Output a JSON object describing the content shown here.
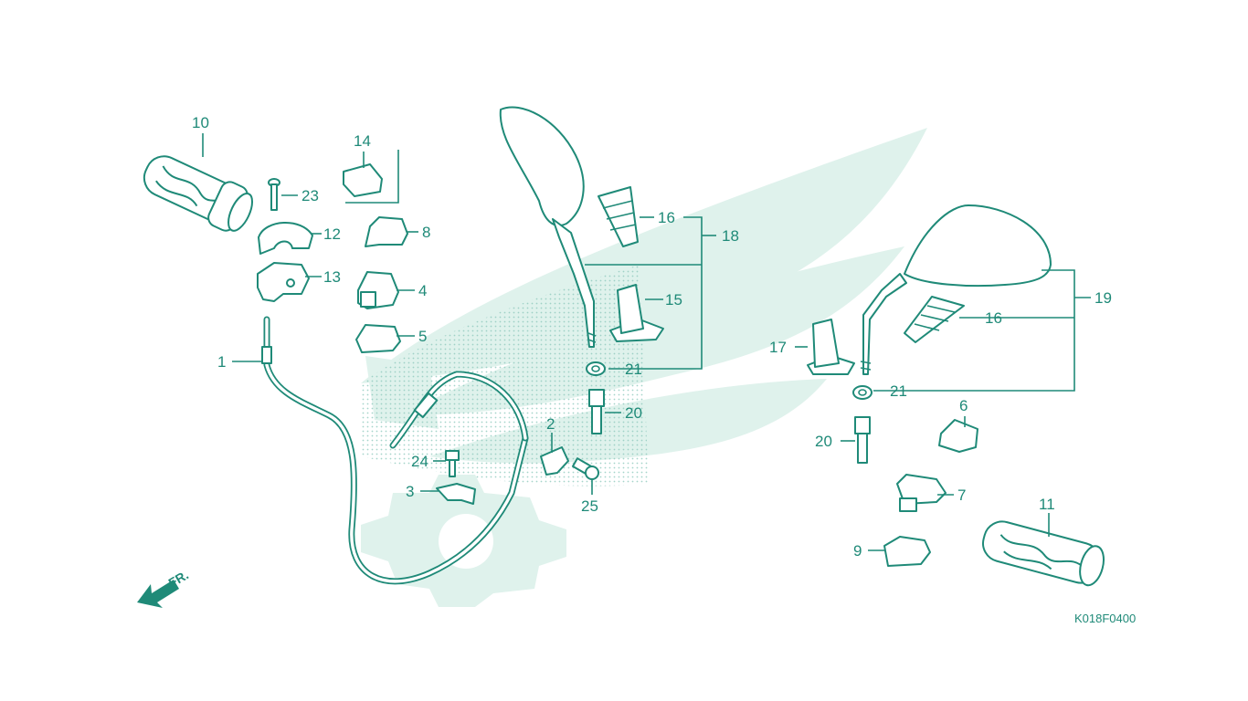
{
  "diagram": {
    "figure_code": "K018F0400",
    "direction_label": "FR.",
    "accent_color": "#1f8a78",
    "watermark_color": "#dff2ec",
    "callouts": [
      {
        "id": "1",
        "label": "1"
      },
      {
        "id": "2",
        "label": "2"
      },
      {
        "id": "3",
        "label": "3"
      },
      {
        "id": "4",
        "label": "4"
      },
      {
        "id": "5",
        "label": "5"
      },
      {
        "id": "6",
        "label": "6"
      },
      {
        "id": "7",
        "label": "7"
      },
      {
        "id": "8",
        "label": "8"
      },
      {
        "id": "9",
        "label": "9"
      },
      {
        "id": "10",
        "label": "10"
      },
      {
        "id": "11",
        "label": "11"
      },
      {
        "id": "12",
        "label": "12"
      },
      {
        "id": "13",
        "label": "13"
      },
      {
        "id": "14",
        "label": "14"
      },
      {
        "id": "15",
        "label": "15"
      },
      {
        "id": "16a",
        "label": "16"
      },
      {
        "id": "16b",
        "label": "16"
      },
      {
        "id": "17",
        "label": "17"
      },
      {
        "id": "18",
        "label": "18"
      },
      {
        "id": "19",
        "label": "19"
      },
      {
        "id": "20a",
        "label": "20"
      },
      {
        "id": "20b",
        "label": "20"
      },
      {
        "id": "21a",
        "label": "21"
      },
      {
        "id": "21b",
        "label": "21"
      },
      {
        "id": "23",
        "label": "23"
      },
      {
        "id": "24",
        "label": "24"
      },
      {
        "id": "25",
        "label": "25"
      }
    ]
  }
}
